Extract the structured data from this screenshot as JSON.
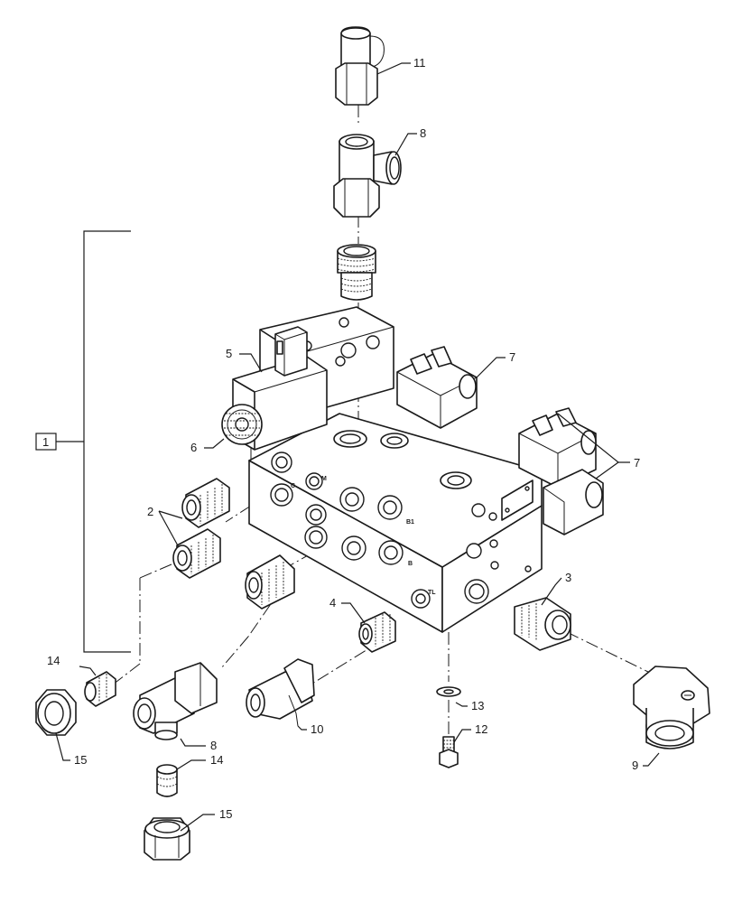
{
  "callouts": {
    "c1": "1",
    "c2": "2",
    "c3": "3",
    "c4": "4",
    "c5": "5",
    "c6": "6",
    "c7a": "7",
    "c7b": "7",
    "c8a": "8",
    "c8b": "8",
    "c9": "9",
    "c10": "10",
    "c11": "11",
    "c12": "12",
    "c13": "13",
    "c14a": "14",
    "c14b": "14",
    "c15a": "15",
    "c15b": "15"
  },
  "port_labels": {
    "m": "M",
    "c": "C",
    "b1": "B1",
    "b": "B",
    "tl": "TL"
  }
}
